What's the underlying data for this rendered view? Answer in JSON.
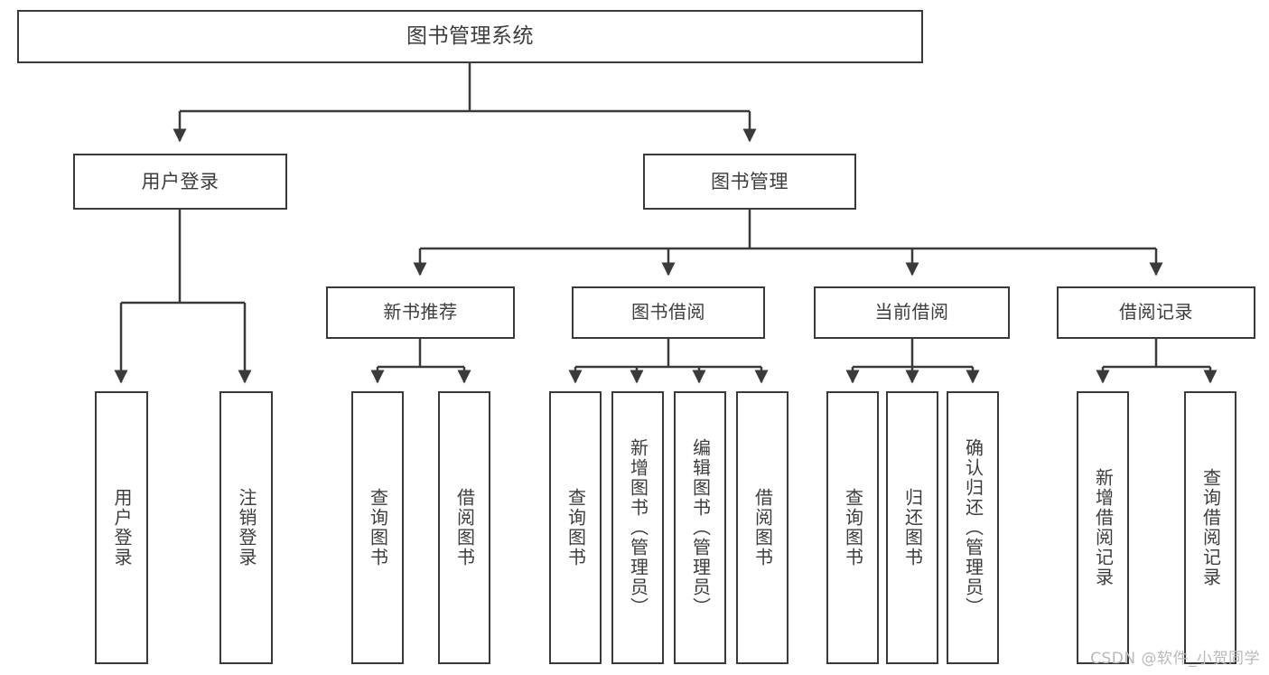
{
  "diagram": {
    "type": "hierarchy-tree",
    "title": "图书管理系统",
    "watermark": "CSDN @软件_小贺同学",
    "colors": {
      "background": "#ffffff",
      "border": "#3a3a3a",
      "text": "#3d3d3d",
      "edge": "#3a3a3a",
      "watermark": "#b9b9b9"
    },
    "root": {
      "label": "图书管理系统"
    },
    "level1": [
      {
        "label": "用户登录"
      },
      {
        "label": "图书管理"
      }
    ],
    "level2": [
      {
        "label": "新书推荐"
      },
      {
        "label": "图书借阅"
      },
      {
        "label": "当前借阅"
      },
      {
        "label": "借阅记录"
      }
    ],
    "leaves": {
      "user_login": [
        {
          "label": "用户登录"
        },
        {
          "label": "注销登录"
        }
      ],
      "new_book_recommend": [
        {
          "label": "查询图书"
        },
        {
          "label": "借阅图书"
        }
      ],
      "book_borrow": [
        {
          "label": "查询图书"
        },
        {
          "label": "新增图书（管理员）"
        },
        {
          "label": "编辑图书（管理员）"
        },
        {
          "label": "借阅图书"
        }
      ],
      "current_borrow": [
        {
          "label": "查询图书"
        },
        {
          "label": "归还图书"
        },
        {
          "label": "确认归还（管理员）"
        }
      ],
      "borrow_record": [
        {
          "label": "新增借阅记录"
        },
        {
          "label": "查询借阅记录"
        }
      ]
    }
  }
}
